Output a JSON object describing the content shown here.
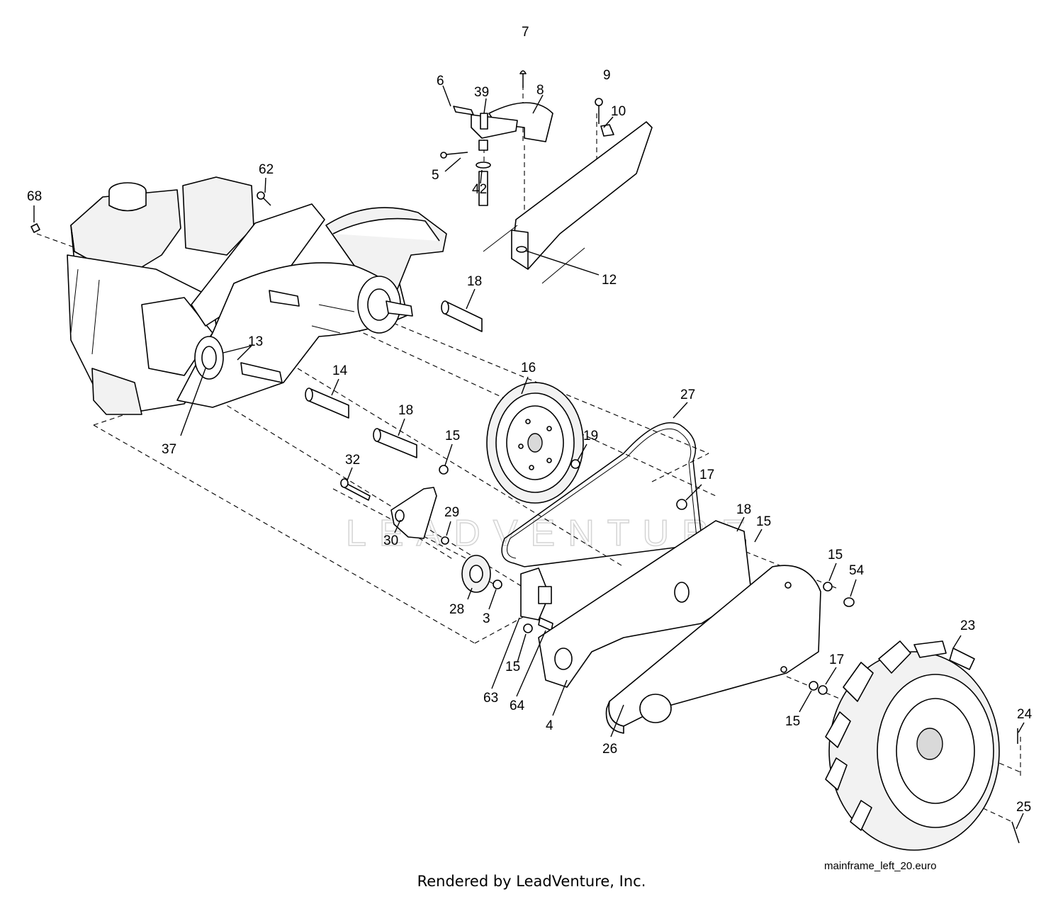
{
  "diagram": {
    "watermark": "LEADVENTURE",
    "file_tag": "mainframe_left_20.euro",
    "credit": "Rendered by LeadVenture, Inc.",
    "callouts": [
      "3",
      "4",
      "5",
      "6",
      "7",
      "8",
      "9",
      "10",
      "12",
      "13",
      "14",
      "15",
      "16",
      "17",
      "18",
      "19",
      "23",
      "24",
      "25",
      "26",
      "27",
      "28",
      "29",
      "30",
      "32",
      "37",
      "39",
      "42",
      "54",
      "62",
      "63",
      "64",
      "68"
    ]
  }
}
